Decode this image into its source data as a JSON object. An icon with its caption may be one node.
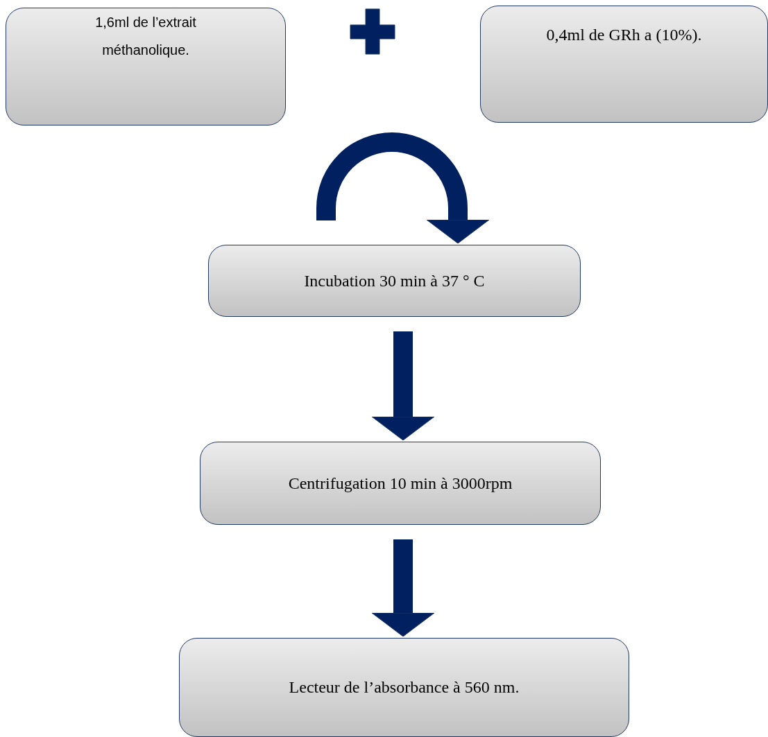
{
  "diagram": {
    "nodes": [
      {
        "text": [
          "1,6ml de l’extrait méthanolique."
        ]
      },
      {
        "text": [
          "0,4ml de GRh a (10%)."
        ]
      },
      {
        "text": [
          "Incubation 30 min à 37 ° C"
        ]
      },
      {
        "text": [
          "Centrifugation 10 min à 3000rpm"
        ]
      },
      {
        "text": [
          "Lecteur de l’absorbance à 560 nm."
        ]
      }
    ],
    "edges": [
      {
        "from": null,
        "to": 2,
        "arrow": "to"
      },
      {
        "from": 2,
        "to": 3,
        "arrow": "to"
      },
      {
        "from": 3,
        "to": 4,
        "arrow": "to"
      }
    ]
  }
}
